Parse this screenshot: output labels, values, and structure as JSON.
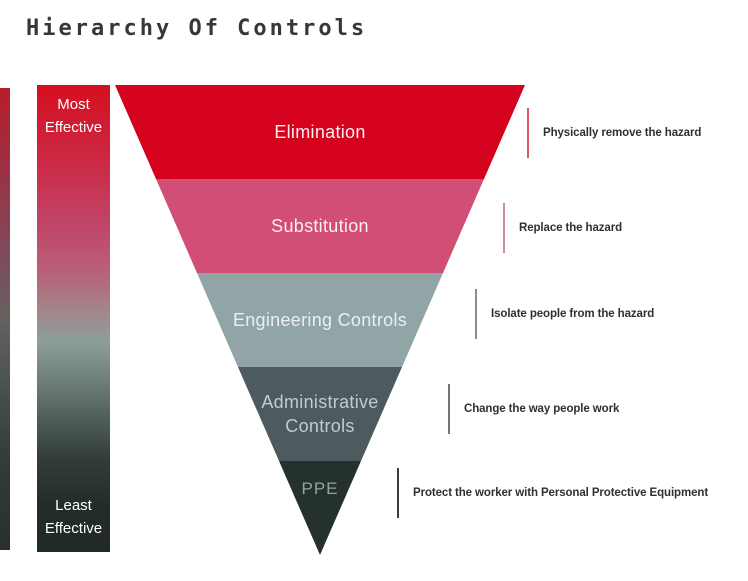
{
  "title": "Hierarchy Of Controls",
  "scale": {
    "most_label": "Most Effective",
    "least_label": "Least Effective"
  },
  "pyramid": {
    "levels": [
      {
        "label": "Elimination",
        "note": "Physically remove the hazard",
        "color": "#d4021d",
        "label_color": "#fceef0",
        "line_color": "#dd5864"
      },
      {
        "label": "Substitution",
        "note": "Replace the hazard",
        "color": "#d14f75",
        "label_color": "#fbeff2",
        "line_color": "#cf8ba0"
      },
      {
        "label": "Engineering Controls",
        "note": "Isolate people from the hazard",
        "color": "#91a4a6",
        "label_color": "#e9f1f0",
        "line_color": "#8c8c8c"
      },
      {
        "label": "Administrative Controls",
        "note": "Change the way people work",
        "color": "#4d5b5e",
        "label_color": "#c3cbcc",
        "line_color": "#707678"
      },
      {
        "label": "PPE",
        "note": "Protect the worker with Personal Protective Equipment",
        "color": "#25312f",
        "label_color": "#97a39f",
        "line_color": "#3a3f3e"
      }
    ]
  }
}
